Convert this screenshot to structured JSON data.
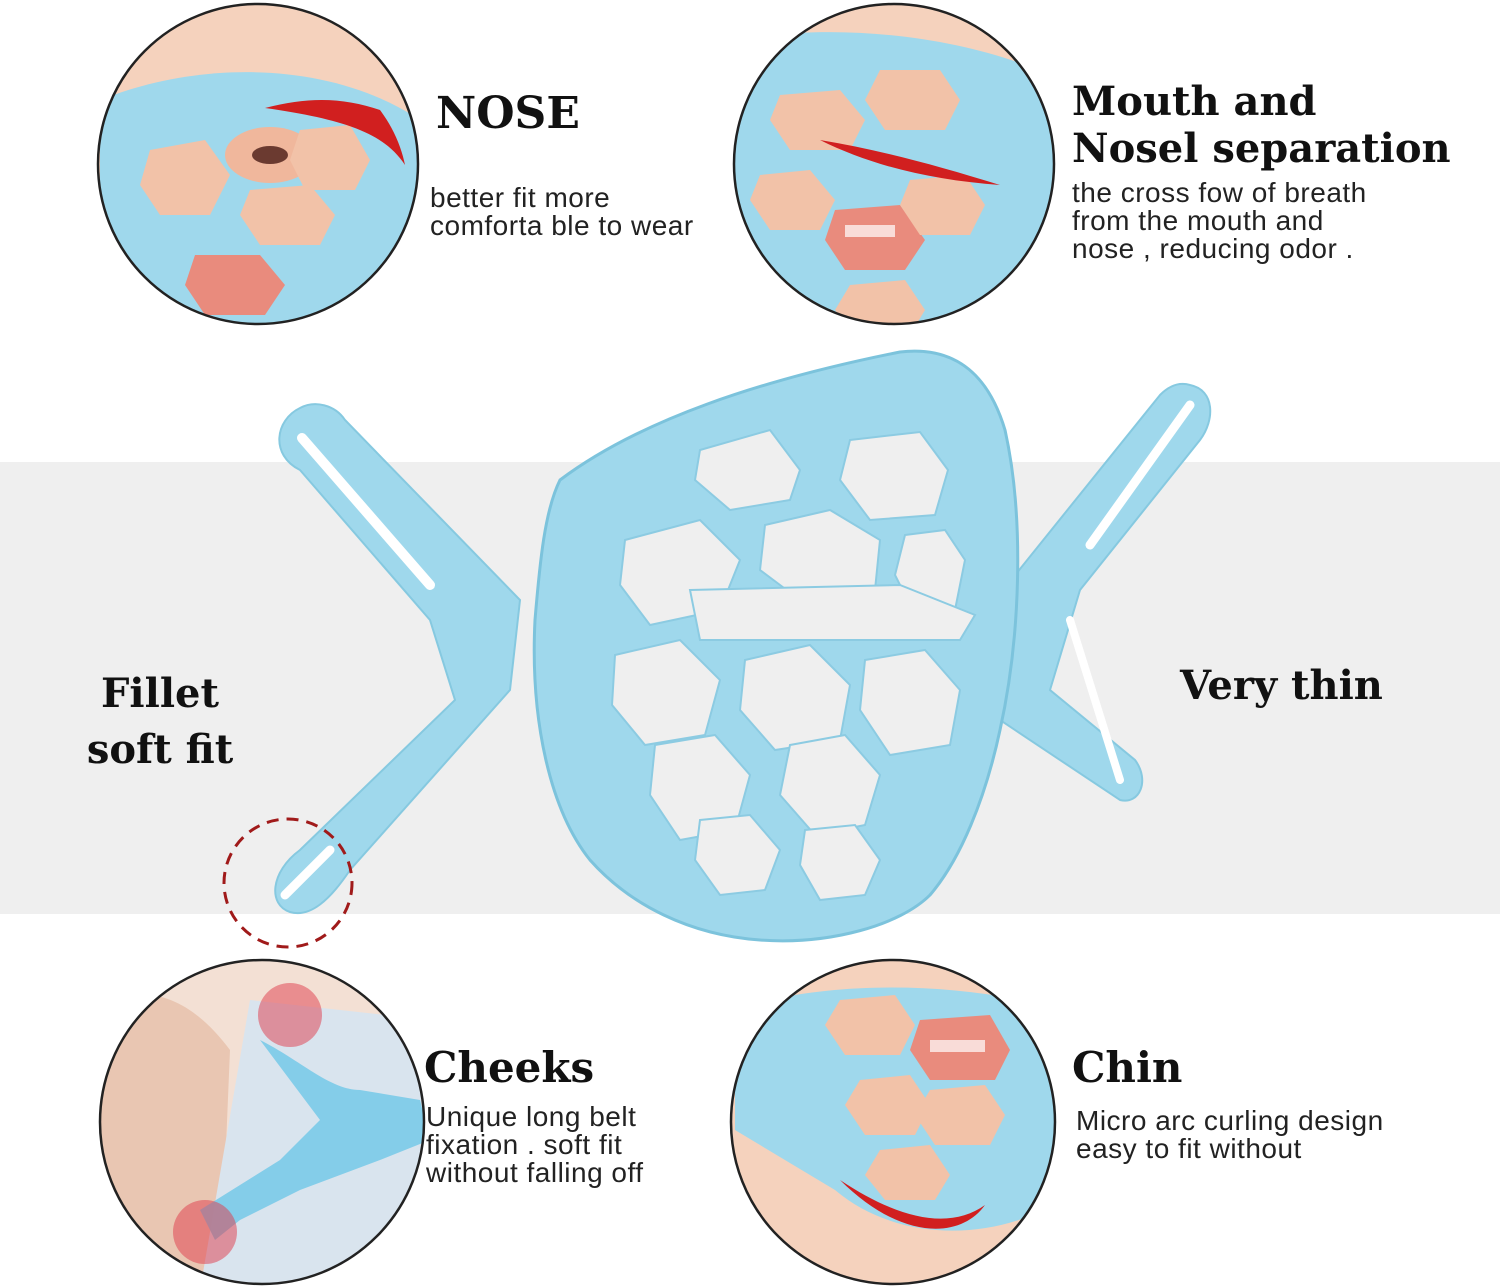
{
  "colors": {
    "band": "#efefef",
    "silicone": "#9fd8ec",
    "silicone_edge": "#7cc3dc",
    "skin": "#f2c2a8",
    "highlight_red": "#d11f1f",
    "text": "#111111"
  },
  "nose": {
    "title": "NOSE",
    "desc_line1": "better fit more",
    "desc_line2": "comforta ble to wear"
  },
  "mouth": {
    "title_line1": "Mouth and",
    "title_line2": "Nosel separation",
    "desc_line1": "the cross fow of breath",
    "desc_line2": "from the mouth and",
    "desc_line3": "nose , reducing odor ."
  },
  "fillet": {
    "line1": "Fillet",
    "line2": "soft fit"
  },
  "thin": {
    "label": "Very thin"
  },
  "cheeks": {
    "title": "Cheeks",
    "desc_line1": "Unique long belt",
    "desc_line2": "fixation . soft fit",
    "desc_line3": "without falling off"
  },
  "chin": {
    "title": "Chin",
    "desc_line1": "Micro arc curling design",
    "desc_line2": "easy to fit without"
  }
}
